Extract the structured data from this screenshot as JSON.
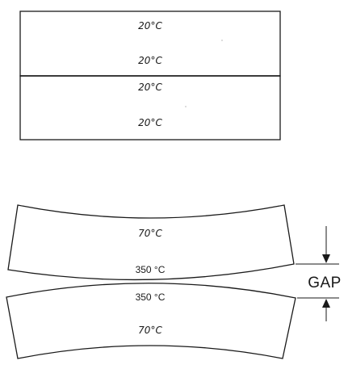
{
  "cold_state": {
    "upper_block": {
      "top_temp": "20°C",
      "bottom_temp": "20°C"
    },
    "lower_block": {
      "top_temp": "20°C",
      "bottom_temp": "20°C"
    }
  },
  "heated_state": {
    "upper_block": {
      "outer_temp": "70°C",
      "inner_temp": "350 °C"
    },
    "lower_block": {
      "inner_temp": "350 °C",
      "outer_temp": "70°C"
    },
    "gap_label": "GAP"
  }
}
